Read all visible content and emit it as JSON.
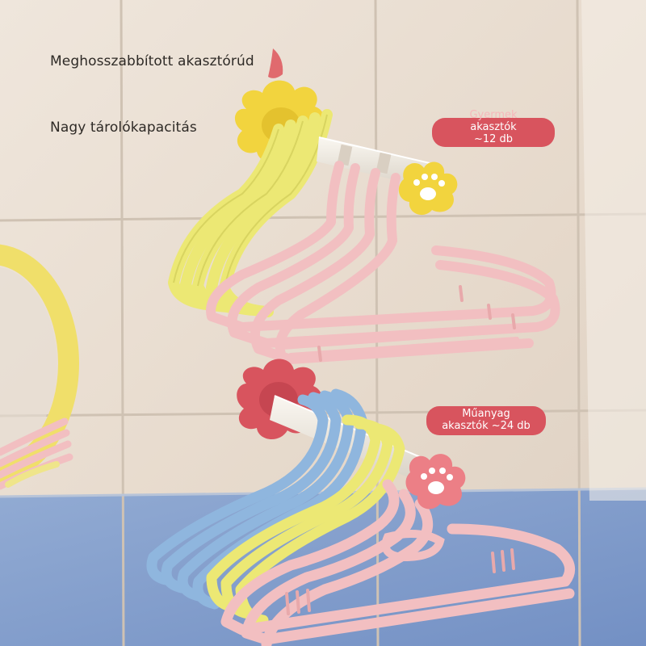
{
  "captions": {
    "extended_rod": "Meghosszabbított akasztórúd",
    "large_capacity": "Nagy tárolókapacitás"
  },
  "badges": {
    "kids": {
      "line1": "Gyermek",
      "line2": "akasztók",
      "line3": "~12 db"
    },
    "plastic": {
      "line1": "Műanyag",
      "line2": "akasztók ~24 db"
    }
  },
  "colors": {
    "badge": "#d8545e",
    "wall_tile": "#e7dccf",
    "wall_lower": "#7f9ccc",
    "hanger_yellow": "#ece874",
    "hanger_pink": "#f2bfc1",
    "hanger_blue": "#8fb6de",
    "mount_yellow": "#f2d43e",
    "mount_red": "#d8545e"
  }
}
